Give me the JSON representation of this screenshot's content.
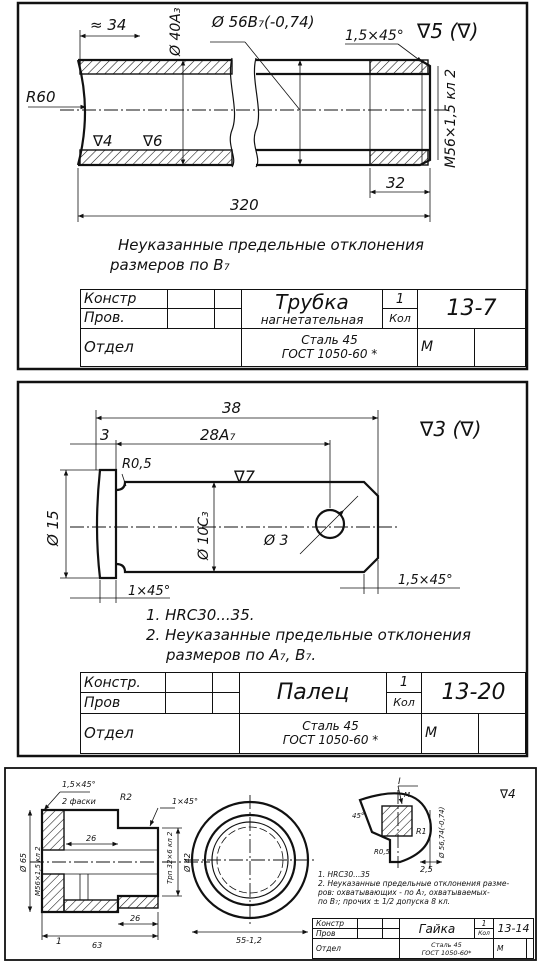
{
  "sheet1": {
    "roughness": "∇5 (∇)",
    "dims": {
      "len34": "≈ 34",
      "d40": "Ø 40A₃",
      "d56": "Ø 56B₇(-0,74)",
      "chamfer": "1,5×45°",
      "r60": "R60",
      "rough4": "∇4",
      "rough6": "∇6",
      "thread": "M56×1,5 кл 2",
      "len32": "32",
      "len320": "320"
    },
    "note_line1": "Неуказанные предельные отклонения",
    "note_line2": "размеров по B₇",
    "title_block": {
      "konstr": "Констр",
      "prov": "Пров.",
      "otdel": "Отдел",
      "name_main": "Трубка",
      "name_sub": "нагнетательная",
      "qty": "1",
      "qty_label": "Кол",
      "material1": "Сталь 45",
      "material2": "ГОСТ 1050-60 *",
      "number": "13-7",
      "m": "М"
    }
  },
  "sheet2": {
    "roughness": "∇3 (∇)",
    "dims": {
      "len38": "38",
      "len28": "28A₇",
      "len3": "3",
      "r05": "R0,5",
      "rough7": "∇7",
      "d15": "Ø 15",
      "d10": "Ø 10C₃",
      "d3": "Ø 3",
      "ch1": "1×45°",
      "ch15": "1,5×45°"
    },
    "notes": [
      "1. HRC30...35.",
      "2. Неуказанные предельные отклонения",
      "размеров по A₇, B₇."
    ],
    "title_block": {
      "konstr": "Констр.",
      "prov": "Пров",
      "otdel": "Отдел",
      "name_main": "Палец",
      "qty": "1",
      "qty_label": "Кол",
      "material1": "Сталь 45",
      "material2": "ГОСТ 1050-60 *",
      "number": "13-20",
      "m": "М"
    }
  },
  "sheet3": {
    "roughness": "∇4",
    "dims": {
      "ch15": "1,5×45°",
      "ch_note": "2 фаски",
      "r2": "R2",
      "ch1": "1×45°",
      "d65": "Ø 65",
      "thread": "M56×1,5 кл 2",
      "len26a": "26",
      "len26b": "26",
      "len63": "63",
      "trap": "Трп 32×6 кл 2",
      "d42": "Ø 42",
      "len55": "55-1,2",
      "sec_label": "I",
      "sec_scale": "М",
      "d56": "Ø 56,74(-0,74)",
      "r1": "R1",
      "r05": "R0,5",
      "ang45": "45°",
      "len25": "2,5",
      "mark1": "1"
    },
    "notes": [
      "1. HRC30...35",
      "2. Неуказанные предельные отклонения разме-",
      "ров: охватывающих - по A₇, охватываемых-",
      "по B₇; прочих ± 1/2 допуска 8 кл."
    ],
    "title_block": {
      "konstr": "Констр",
      "prov": "Пров",
      "otdel": "Отдел",
      "name_main": "Гайка",
      "qty": "1",
      "qty_label": "Кол",
      "material1": "Сталь 45",
      "material2": "ГОСТ 1050-60*",
      "number": "13-14",
      "m": "М"
    }
  }
}
